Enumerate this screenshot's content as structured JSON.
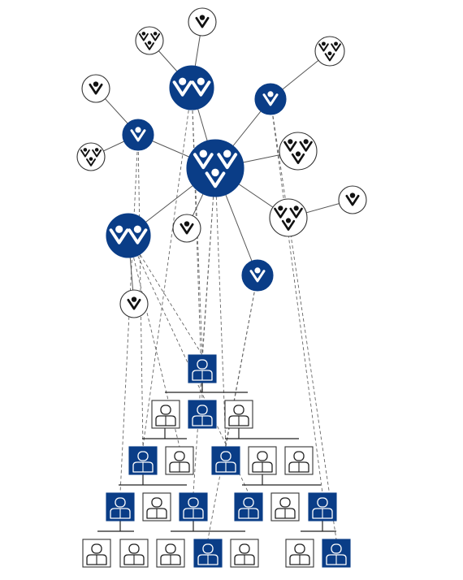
{
  "colors": {
    "accent": "#0a3d87",
    "line": "#555555",
    "dash": "#666666",
    "background": "#ffffff",
    "outline": "#333333"
  },
  "icons": {
    "circle_person": "person-raised-arms-icon",
    "square_person": "person-bust-icon"
  },
  "network": {
    "nodes": [
      {
        "id": "hub",
        "people": 3,
        "filled": true
      },
      {
        "id": "n1",
        "people": 2,
        "filled": true
      },
      {
        "id": "n2",
        "people": 1,
        "filled": true
      },
      {
        "id": "n3",
        "people": 1,
        "filled": true
      },
      {
        "id": "n4",
        "people": 2,
        "filled": true
      },
      {
        "id": "n5",
        "people": 1,
        "filled": true
      },
      {
        "id": "o1",
        "people": 3,
        "filled": false
      },
      {
        "id": "o2",
        "people": 1,
        "filled": false
      },
      {
        "id": "o3",
        "people": 3,
        "filled": false
      },
      {
        "id": "o4",
        "people": 1,
        "filled": false
      },
      {
        "id": "o5",
        "people": 3,
        "filled": false
      },
      {
        "id": "o6",
        "people": 3,
        "filled": false
      },
      {
        "id": "o7",
        "people": 3,
        "filled": false
      },
      {
        "id": "o8",
        "people": 1,
        "filled": false
      },
      {
        "id": "o9",
        "people": 1,
        "filled": false
      },
      {
        "id": "o10",
        "people": 1,
        "filled": false
      }
    ],
    "links": [
      [
        "hub",
        "n1"
      ],
      [
        "hub",
        "n2"
      ],
      [
        "hub",
        "n3"
      ],
      [
        "hub",
        "n4"
      ],
      [
        "hub",
        "n5"
      ],
      [
        "hub",
        "o7"
      ],
      [
        "hub",
        "o6"
      ],
      [
        "hub",
        "o9"
      ],
      [
        "n1",
        "o1"
      ],
      [
        "n1",
        "o2"
      ],
      [
        "n2",
        "o3"
      ],
      [
        "n3",
        "o4"
      ],
      [
        "n3",
        "o5"
      ],
      [
        "n4",
        "o10"
      ],
      [
        "o6",
        "o8"
      ]
    ]
  },
  "hierarchy": {
    "boxes": [
      {
        "id": "b0",
        "filled": true
      },
      {
        "id": "b1a",
        "filled": false
      },
      {
        "id": "b1b",
        "filled": true
      },
      {
        "id": "b1c",
        "filled": false
      },
      {
        "id": "b2a",
        "filled": true
      },
      {
        "id": "b2b",
        "filled": false
      },
      {
        "id": "b2c",
        "filled": true
      },
      {
        "id": "b2d",
        "filled": false
      },
      {
        "id": "b2e",
        "filled": false
      },
      {
        "id": "b3a",
        "filled": true
      },
      {
        "id": "b3b",
        "filled": false
      },
      {
        "id": "b3c",
        "filled": true
      },
      {
        "id": "b3d",
        "filled": true
      },
      {
        "id": "b3e",
        "filled": false
      },
      {
        "id": "b3f",
        "filled": true
      },
      {
        "id": "b4a",
        "filled": false
      },
      {
        "id": "b4b",
        "filled": false
      },
      {
        "id": "b4c",
        "filled": false
      },
      {
        "id": "b4d",
        "filled": true
      },
      {
        "id": "b4e",
        "filled": false
      },
      {
        "id": "b4f",
        "filled": false
      },
      {
        "id": "b4g",
        "filled": true
      }
    ]
  },
  "mappings": [
    [
      "n1",
      "b0"
    ],
    [
      "n1",
      "b1b"
    ],
    [
      "n1",
      "b2a"
    ],
    [
      "hub",
      "b0"
    ],
    [
      "hub",
      "b2c"
    ],
    [
      "hub",
      "b3c"
    ],
    [
      "n4",
      "b0"
    ],
    [
      "n4",
      "b3d"
    ],
    [
      "n4",
      "b2b"
    ],
    [
      "n3",
      "b3a"
    ],
    [
      "n3",
      "b2a"
    ],
    [
      "n2",
      "b3f"
    ],
    [
      "n2",
      "b4g"
    ],
    [
      "n5",
      "b4d"
    ],
    [
      "n5",
      "b2c"
    ]
  ]
}
